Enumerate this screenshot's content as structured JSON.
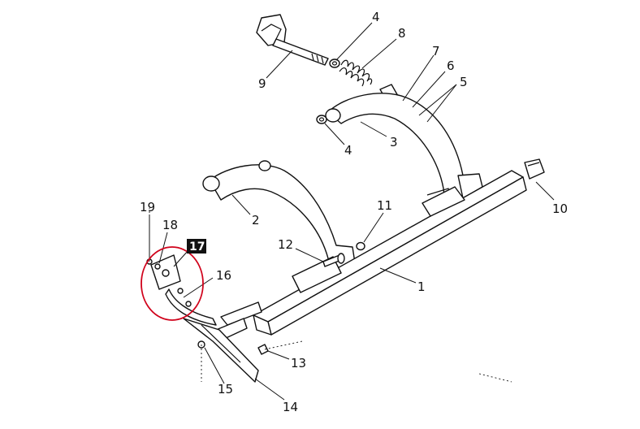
{
  "callouts": [
    {
      "id": "c4a",
      "text": "4"
    },
    {
      "id": "c8",
      "text": "8"
    },
    {
      "id": "c9",
      "text": "9"
    },
    {
      "id": "c7",
      "text": "7"
    },
    {
      "id": "c6",
      "text": "6"
    },
    {
      "id": "c5",
      "text": "5"
    },
    {
      "id": "c3",
      "text": "3"
    },
    {
      "id": "c4b",
      "text": "4"
    },
    {
      "id": "c10",
      "text": "10"
    },
    {
      "id": "c19",
      "text": "19"
    },
    {
      "id": "c18",
      "text": "18"
    },
    {
      "id": "c2",
      "text": "2"
    },
    {
      "id": "c11",
      "text": "11"
    },
    {
      "id": "c17",
      "text": "17"
    },
    {
      "id": "c12",
      "text": "12"
    },
    {
      "id": "c16",
      "text": "16"
    },
    {
      "id": "c1",
      "text": "1"
    },
    {
      "id": "c13",
      "text": "13"
    },
    {
      "id": "c15",
      "text": "15"
    },
    {
      "id": "c14",
      "text": "14"
    }
  ],
  "highlighted_part": "17",
  "colors": {
    "ink": "#111111",
    "highlight": "#d0021b",
    "background": "#ffffff"
  }
}
